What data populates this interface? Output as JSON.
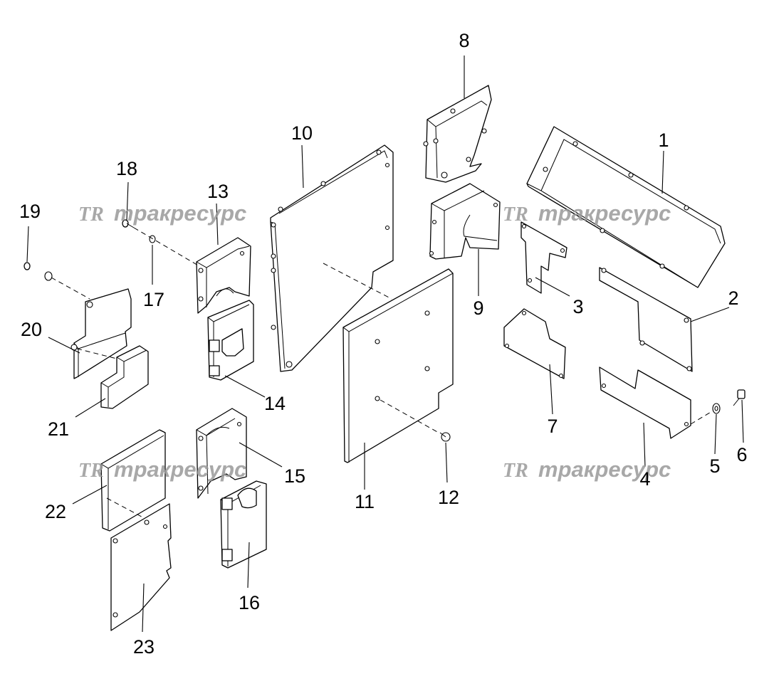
{
  "watermark": {
    "logo": "TR",
    "text": "тракресурс"
  },
  "callouts": [
    "1",
    "2",
    "3",
    "4",
    "5",
    "6",
    "7",
    "8",
    "9",
    "10",
    "11",
    "12",
    "13",
    "14",
    "15",
    "16",
    "17",
    "18",
    "19",
    "20",
    "21",
    "22",
    "23"
  ],
  "colors": {
    "line": "#000000",
    "background": "#ffffff",
    "watermark": "#9a9a9a"
  }
}
